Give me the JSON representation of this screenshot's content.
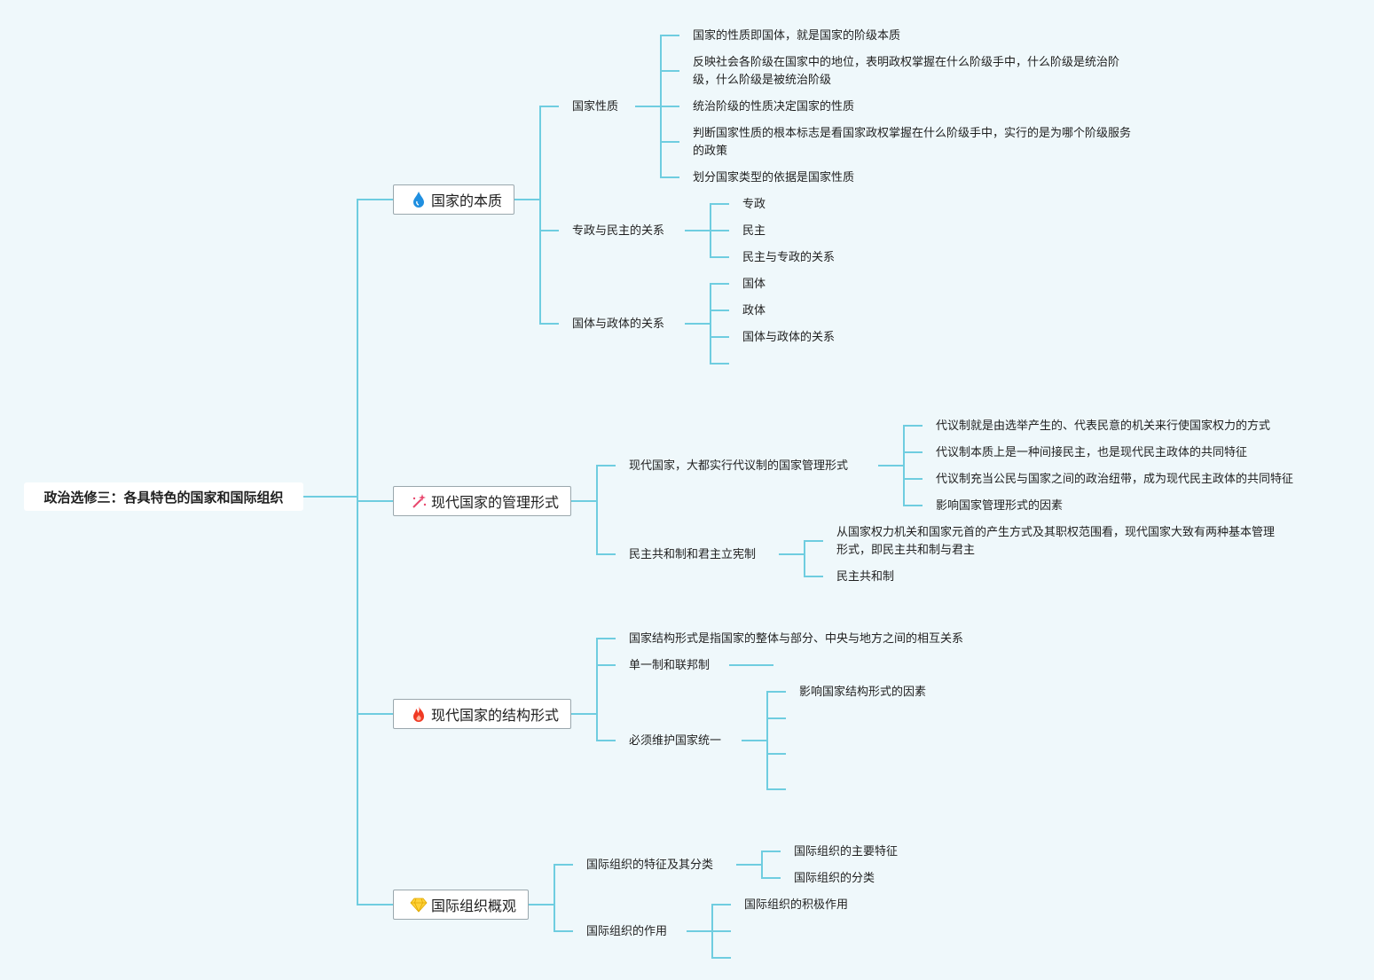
{
  "root": {
    "title": "政治选修三：各具特色的国家和国际组织"
  },
  "branches": [
    {
      "label": "国家的本质",
      "icon": "water-drop-icon",
      "children": [
        {
          "label": "国家性质",
          "children": [
            "国家的性质即国体，就是国家的阶级本质",
            "反映社会各阶级在国家中的地位，表明政权掌握在什么阶级手中，什么阶级是统治阶级，什么阶级是被统治阶级",
            "统治阶级的性质决定国家的性质",
            "判断国家性质的根本标志是看国家政权掌握在什么阶级手中，实行的是为哪个阶级服务的政策",
            "划分国家类型的依据是国家性质"
          ]
        },
        {
          "label": "专政与民主的关系",
          "children": [
            "专政",
            "民主",
            "民主与专政的关系"
          ]
        },
        {
          "label": "国体与政体的关系",
          "children": [
            "国体",
            "政体",
            "国体与政体的关系",
            ""
          ]
        }
      ]
    },
    {
      "label": "现代国家的管理形式",
      "icon": "magic-wand-icon",
      "children": [
        {
          "label": "现代国家，大都实行代议制的国家管理形式",
          "children": [
            "代议制就是由选举产生的、代表民意的机关来行使国家权力的方式",
            "代议制本质上是一种间接民主，也是现代民主政体的共同特征",
            "代议制充当公民与国家之间的政治纽带，成为现代民主政体的共同特征",
            "影响国家管理形式的因素"
          ]
        },
        {
          "label": "民主共和制和君主立宪制",
          "children": [
            "从国家权力机关和国家元首的产生方式及其职权范围看，现代国家大致有两种基本管理形式，即民主共和制与君主",
            "民主共和制"
          ]
        }
      ]
    },
    {
      "label": "现代国家的结构形式",
      "icon": "fire-icon",
      "children": [
        {
          "label": "国家结构形式是指国家的整体与部分、中央与地方之间的相互关系",
          "children": []
        },
        {
          "label": "单一制和联邦制",
          "children": []
        },
        {
          "label": "必须维护国家统一",
          "children": [
            "影响国家结构形式的因素",
            "",
            "",
            ""
          ]
        }
      ]
    },
    {
      "label": "国际组织概观",
      "icon": "diamond-icon",
      "children": [
        {
          "label": "国际组织的特征及其分类",
          "children": [
            "国际组织的主要特征",
            "国际组织的分类"
          ]
        },
        {
          "label": "国际组织的作用",
          "children": [
            "国际组织的积极作用",
            "",
            ""
          ]
        }
      ]
    }
  ],
  "colors": {
    "background": "#eff8fb",
    "connector": "#6fcde0",
    "water_drop": "#1f8fe0",
    "magic_wand": "#e8486e",
    "fire": "#f03a24",
    "diamond": "#ffd23a"
  }
}
